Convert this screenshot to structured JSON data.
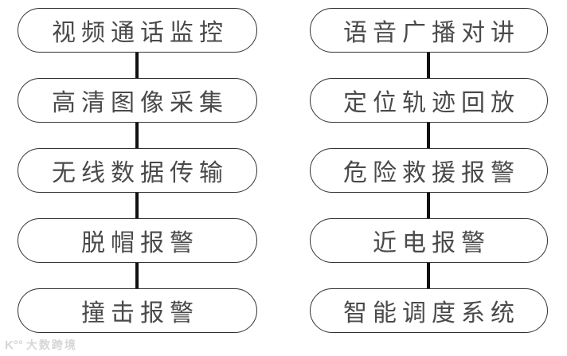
{
  "diagram": {
    "columns": [
      {
        "name": "left",
        "nodes": [
          "视频通话监控",
          "高清图像采集",
          "无线数据传输",
          "脱帽报警",
          "撞击报警"
        ]
      },
      {
        "name": "right",
        "nodes": [
          "语音广播对讲",
          "定位轨迹回放",
          "危险救援报警",
          "近电报警",
          "智能调度系统"
        ]
      }
    ]
  },
  "watermark": {
    "logo": "K°°",
    "text": "大数跨境"
  },
  "colors": {
    "background": "#ffffff",
    "pill_border": "#323232",
    "text": "#4a4a4a",
    "connector": "#111111",
    "watermark": "#d6d6d6"
  }
}
